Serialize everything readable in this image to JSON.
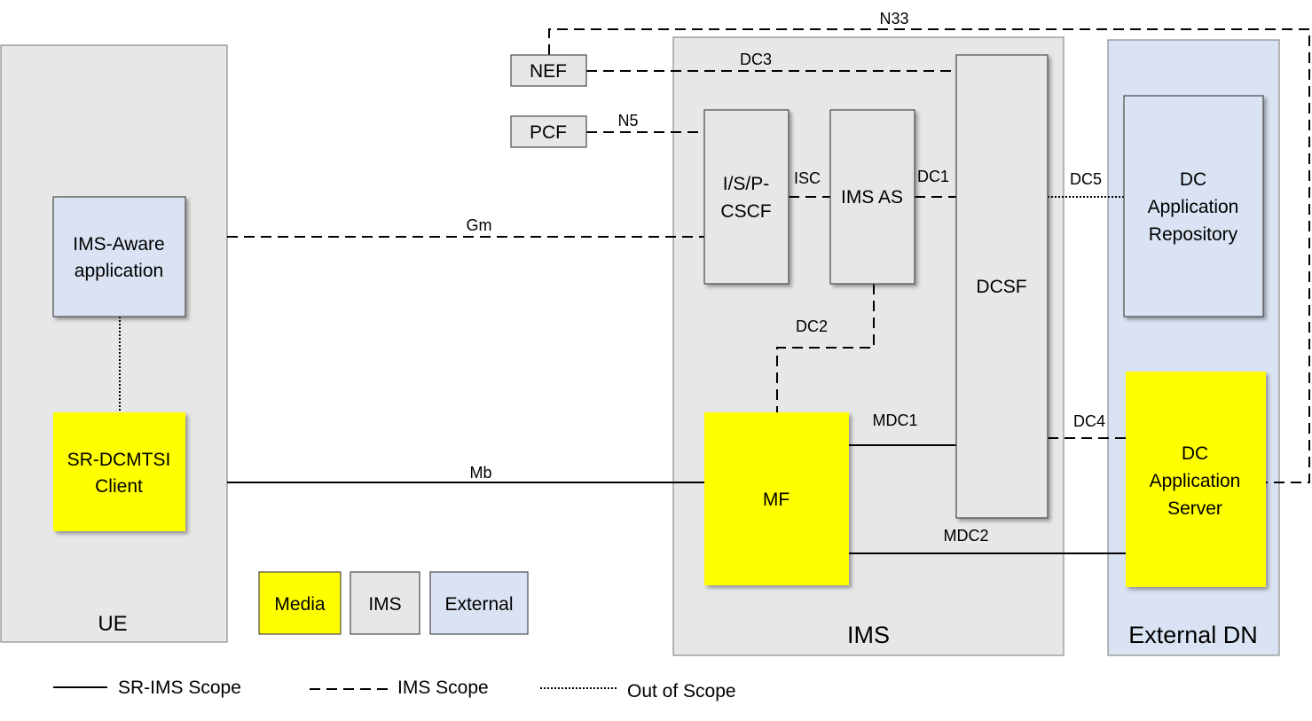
{
  "groups": {
    "ue": "UE",
    "ims": "IMS",
    "external": "External DN"
  },
  "nodes": {
    "ims_aware_app": [
      "IMS-Aware",
      "application"
    ],
    "sr_dcmtsi": [
      "SR-DCMTSI",
      "Client"
    ],
    "nef": "NEF",
    "pcf": "PCF",
    "cscf": [
      "I/S/P-",
      "CSCF"
    ],
    "ims_as": "IMS AS",
    "dcsf": "DCSF",
    "mf": "MF",
    "dc_app_repo": [
      "DC",
      "Application",
      "Repository"
    ],
    "dc_app_server": [
      "DC",
      "Application",
      "Server"
    ]
  },
  "interfaces": {
    "n33": "N33",
    "dc3": "DC3",
    "n5": "N5",
    "isc": "ISC",
    "dc1": "DC1",
    "dc5": "DC5",
    "gm": "Gm",
    "dc2": "DC2",
    "mdc1": "MDC1",
    "dc4": "DC4",
    "mb": "Mb",
    "mdc2": "MDC2"
  },
  "color_key": {
    "media": {
      "label": "Media",
      "color": "#ffff00"
    },
    "ims": {
      "label": "IMS",
      "color": "#e7e7e7"
    },
    "external": {
      "label": "External",
      "color": "#dae3f3"
    }
  },
  "line_legend": {
    "solid": "SR-IMS Scope",
    "dashed": "IMS Scope",
    "dotted": "Out of Scope"
  }
}
